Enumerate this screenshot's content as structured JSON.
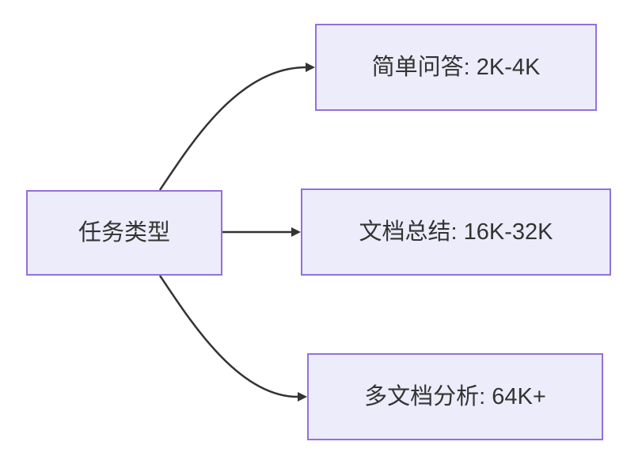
{
  "diagram": {
    "type": "flowchart-left-to-right",
    "colors": {
      "node_fill": "#ECECFA",
      "node_border": "#9370DB",
      "arrow": "#333333",
      "text": "#333333",
      "bg": "#ffffff"
    },
    "nodes": [
      {
        "id": "root",
        "label": "任务类型"
      },
      {
        "id": "simple-qa",
        "label": "简单问答: 2K-4K"
      },
      {
        "id": "doc-summary",
        "label": "文档总结: 16K-32K"
      },
      {
        "id": "multi-doc",
        "label": "多文档分析: 64K+"
      }
    ],
    "edges": [
      {
        "from": "root",
        "to": "simple-qa"
      },
      {
        "from": "root",
        "to": "doc-summary"
      },
      {
        "from": "root",
        "to": "multi-doc"
      }
    ]
  }
}
